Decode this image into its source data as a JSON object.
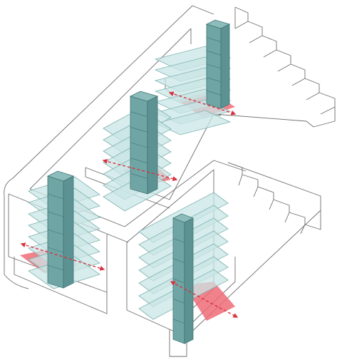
{
  "diagram": {
    "kind": "axonometric-building-circulation",
    "colors": {
      "outline": "#6e6e6e",
      "floor_slab": "#c9e6e5",
      "slab_edge": "#7fb3b1",
      "core": "#6fa6a5",
      "core_edge": "#3f7473",
      "zone": "#ef6b75",
      "arrow": "#d9323f"
    },
    "cores": [
      {
        "name": "core-1"
      },
      {
        "name": "core-2"
      },
      {
        "name": "core-3"
      },
      {
        "name": "core-4"
      }
    ],
    "stairs": [
      {
        "name": "stair-north",
        "steps": 7
      },
      {
        "name": "stair-east",
        "steps": 5
      }
    ]
  }
}
